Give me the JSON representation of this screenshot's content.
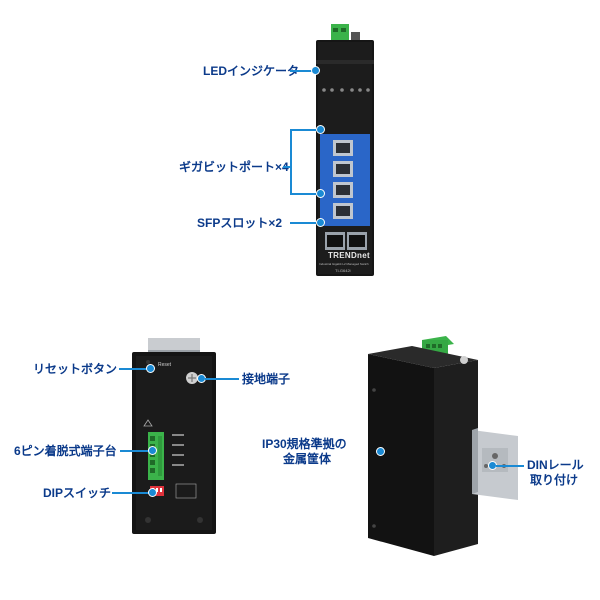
{
  "colors": {
    "accent": "#1a8ad4",
    "label_text": "#0b3a8a",
    "device_black": "#151515",
    "panel_blue": "#2a66c8",
    "terminal_green": "#3bb34a",
    "dip_red": "#e0323c"
  },
  "callouts": {
    "led_indicator": "LEDインジケータ",
    "gigabit_ports": "ギガビットポート×4",
    "sfp_slots": "SFPスロット×2",
    "reset_button": "リセットボタン",
    "ground_terminal": "接地端子",
    "terminal_block": "6ピン着脱式端子台",
    "dip_switch": "DIPスイッチ",
    "enclosure_line1": "IP30規格準拠の",
    "enclosure_line2": "金属筐体",
    "din_rail_line1": "DINレール",
    "din_rail_line2": "取り付け"
  },
  "device_front": {
    "brand": "TRENDnet",
    "description": "Industrial Gigabit L2 Managed Switch",
    "model": "TI-G642i"
  },
  "device_top": {
    "reset_label": "Reset"
  }
}
